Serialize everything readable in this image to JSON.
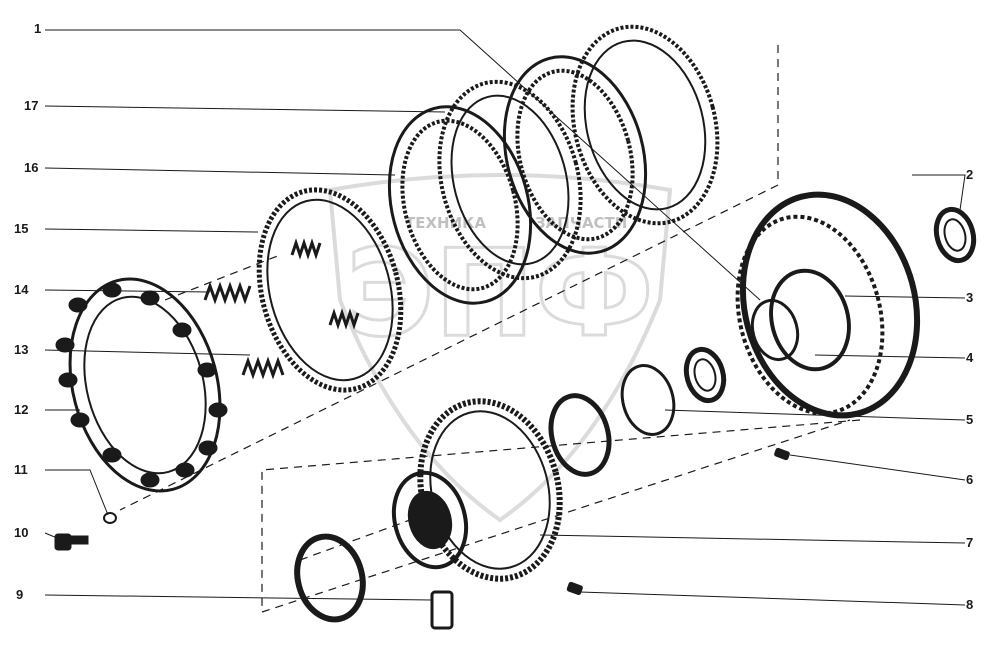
{
  "watermark": {
    "line1": "ТЕХНИКА",
    "line2": "ЗАПЧАСТИ",
    "logo": "ЭПФ",
    "color": "#9a9a9a"
  },
  "callouts": {
    "c1": "1",
    "c2": "2",
    "c3": "3",
    "c4": "4",
    "c5": "5",
    "c6": "6",
    "c7": "7",
    "c8": "8",
    "c9": "9",
    "c10": "10",
    "c11": "11",
    "c12": "12",
    "c13": "13",
    "c14": "14",
    "c15": "15",
    "c16": "16",
    "c17": "17"
  },
  "colors": {
    "ink": "#1a1a1a",
    "background": "#ffffff"
  }
}
